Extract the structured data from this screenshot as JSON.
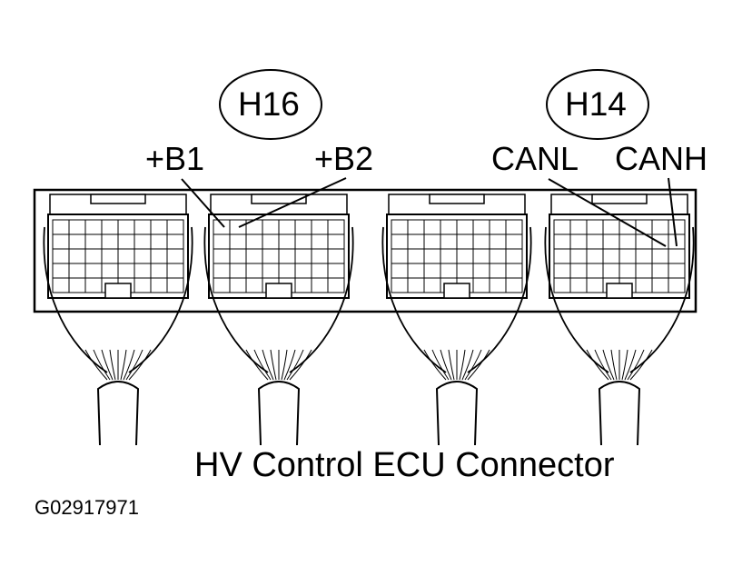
{
  "callouts": {
    "h16": "H16",
    "h14": "H14"
  },
  "pins": {
    "b1": "+B1",
    "b2": "+B2",
    "canl": "CANL",
    "canh": "CANH"
  },
  "caption": "HV Control ECU Connector",
  "figure_id": "G02917971",
  "colors": {
    "line": "#000000",
    "background": "#ffffff"
  }
}
